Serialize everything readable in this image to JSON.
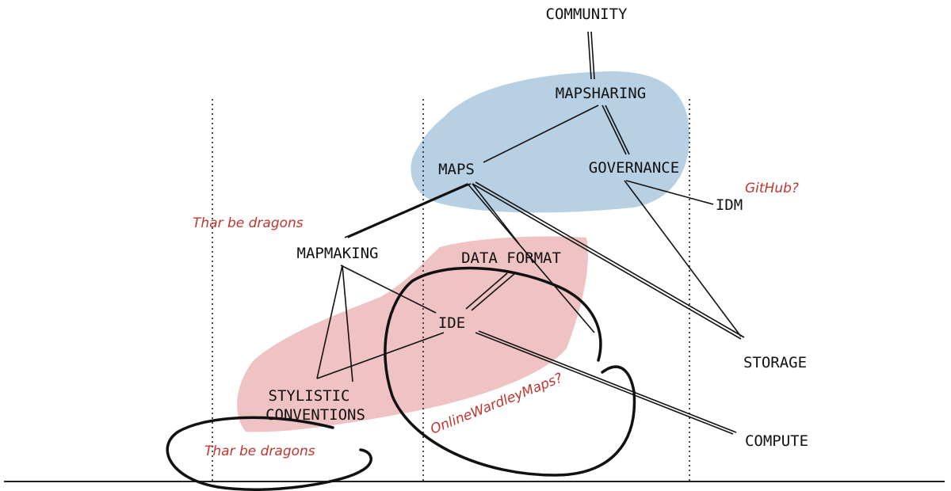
{
  "colors": {
    "group_blue": "#b7d0e4",
    "group_red": "#efc2c3",
    "annotation": "#c0362f",
    "ink": "#111111"
  },
  "nodes": {
    "community": "COMMUNITY",
    "mapsharing": "MAPSHARING",
    "maps": "MAPS",
    "governance": "GOVERNANCE",
    "idm": "IDM",
    "mapmaking": "MAPMAKING",
    "data_format": "DATA FORMAT",
    "ide": "IDE",
    "stylistic_conventions_line1": "STYLISTIC",
    "stylistic_conventions_line2": "CONVENTIONS",
    "storage": "STORAGE",
    "compute": "COMPUTE"
  },
  "annotations": {
    "dragons_upper": "Thar be dragons",
    "dragons_lower": "Thar be dragons",
    "github": "GitHub?",
    "online_wardley_maps": "OnlineWardleyMaps?"
  }
}
